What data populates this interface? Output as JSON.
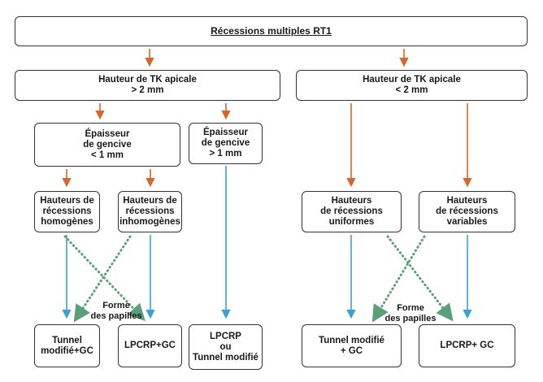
{
  "colors": {
    "orange": "#d9652b",
    "blue": "#3aa0d8",
    "green": "#5a9e7a",
    "border": "#333333"
  },
  "root": {
    "title": "Récessions multiples RT1"
  },
  "left_branch": {
    "height_box": {
      "line1": "Hauteur de TK apicale",
      "line2": "> 2 mm"
    },
    "thin_gum": {
      "line1": "Épaisseur",
      "line2": "de gencive",
      "line3": "< 1 mm"
    },
    "thick_gum": {
      "line1": "Épaisseur",
      "line2": "de gencive",
      "line3": "> 1 mm"
    },
    "homogeneous": {
      "line1": "Hauteurs de",
      "line2": "récessions",
      "line3": "homogènes"
    },
    "inhomogeneous": {
      "line1": "Hauteurs de",
      "line2": "récessions",
      "line3": "inhomogènes"
    },
    "papillae_note": {
      "line1": "Forme",
      "line2": "des papilles"
    },
    "result_tunnel": {
      "line1": "Tunnel",
      "line2": "modifié+GC"
    },
    "result_lpcrp": {
      "line1": "LPCRP+GC"
    },
    "result_thick": {
      "line1": "LPCRP",
      "line2": "ou",
      "line3": "Tunnel modifié"
    }
  },
  "right_branch": {
    "height_box": {
      "line1": "Hauteur de TK apicale",
      "line2": "< 2 mm"
    },
    "uniform": {
      "line1": "Hauteurs",
      "line2": "de récessions",
      "line3": "uniformes"
    },
    "variable": {
      "line1": "Hauteurs",
      "line2": "de récessions",
      "line3": "variables"
    },
    "papillae_note": {
      "line1": "Forme",
      "line2": "des papilles"
    },
    "result_tunnel": {
      "line1": "Tunnel modifié",
      "line2": "+ GC"
    },
    "result_lpcrp": {
      "line1": "LPCRP+ GC"
    }
  }
}
